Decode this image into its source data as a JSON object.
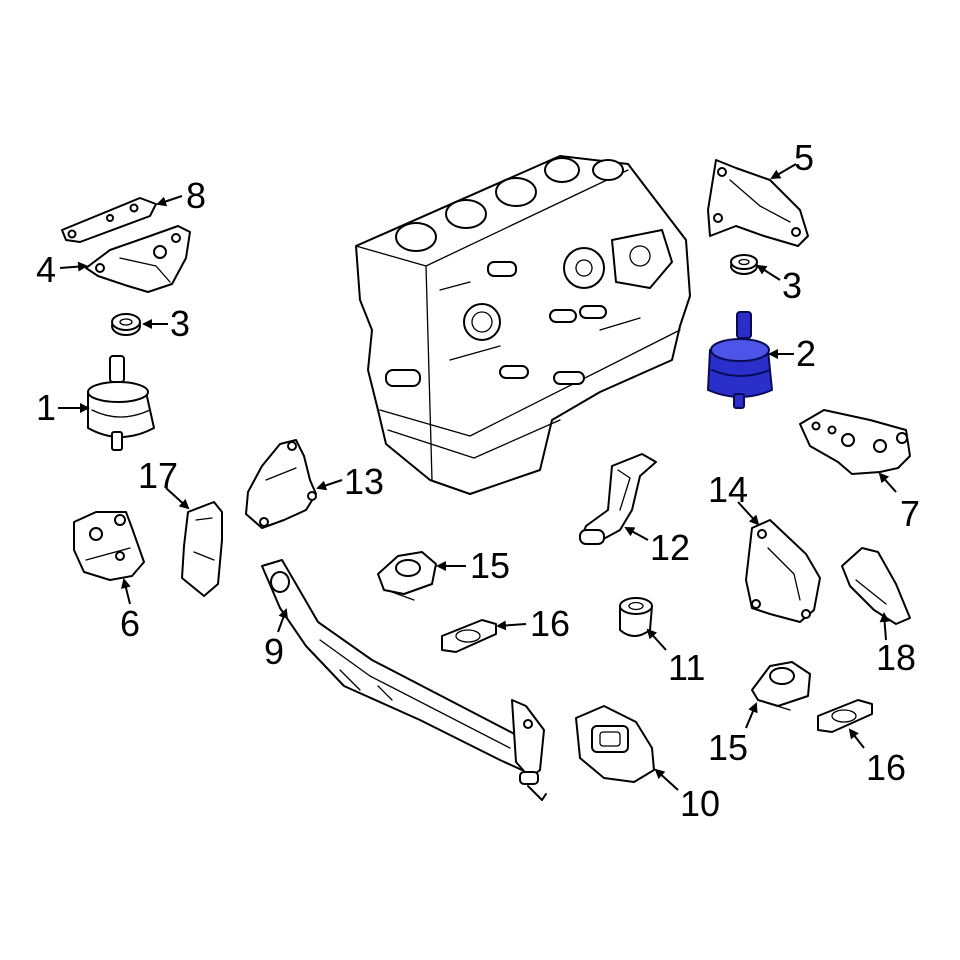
{
  "highlight_color": "#2a2fc9",
  "callouts": {
    "c1": "1",
    "c2": "2",
    "c3a": "3",
    "c3b": "3",
    "c4": "4",
    "c5": "5",
    "c6": "6",
    "c7": "7",
    "c8": "8",
    "c9": "9",
    "c10": "10",
    "c11": "11",
    "c12": "12",
    "c13": "13",
    "c14": "14",
    "c15a": "15",
    "c15b": "15",
    "c16a": "16",
    "c16b": "16",
    "c17": "17",
    "c18": "18"
  }
}
